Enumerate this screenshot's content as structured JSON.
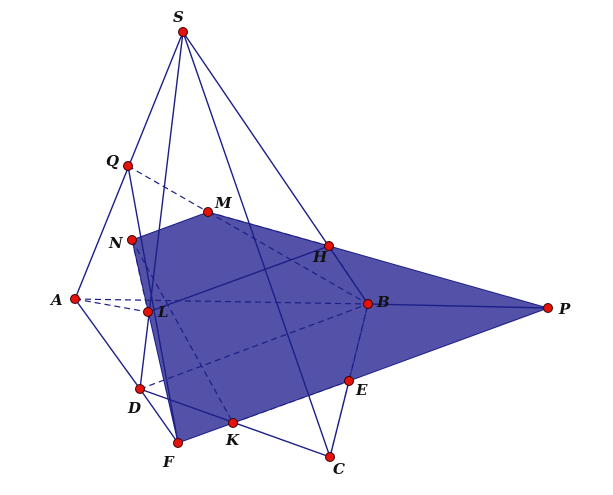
{
  "colors": {
    "section_fill": "#5352a8",
    "edge": "#1c1f86",
    "point": "#e3120b",
    "label": "#111111"
  },
  "labels": {
    "S": "S",
    "Q": "Q",
    "M": "M",
    "N": "N",
    "H": "H",
    "A": "A",
    "L": "L",
    "B": "B",
    "P": "P",
    "E": "E",
    "D": "D",
    "K": "K",
    "F": "F",
    "C": "C"
  }
}
